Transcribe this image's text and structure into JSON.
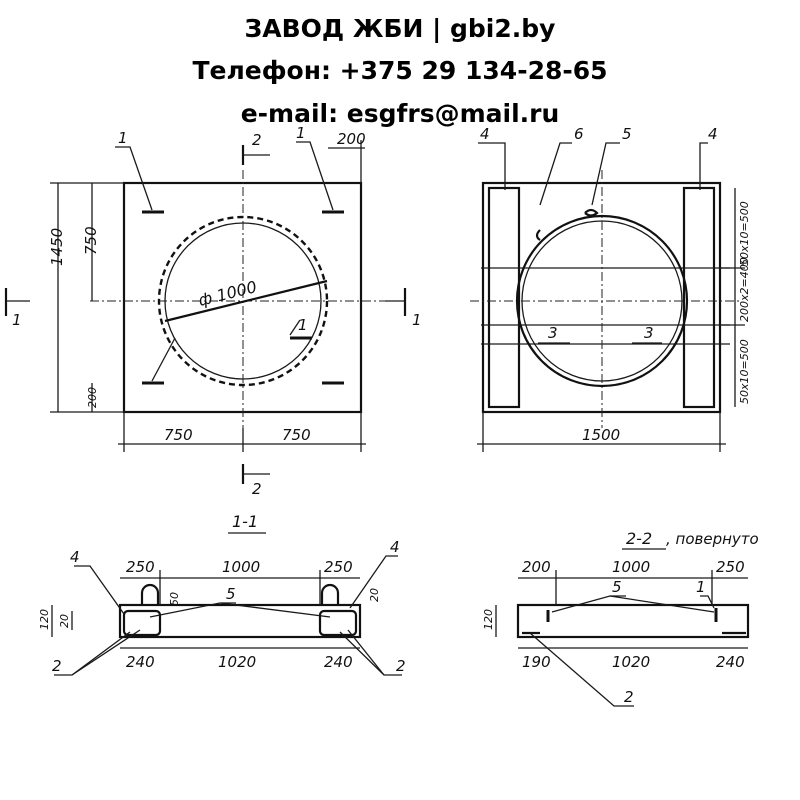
{
  "header": {
    "line1": "ЗАВОД ЖБИ | gbi2.by",
    "line2": "Телефон: +375 29 134-28-65",
    "line3": "e-mail: esgfrs@mail.ru"
  },
  "plan": {
    "dim_1450": "1450",
    "dim_750_vert": "750",
    "dim_200_left": "200",
    "dim_200_top": "200",
    "dim_750_left": "750",
    "dim_750_right": "750",
    "diameter": "ф 1000",
    "callout_1a": "1",
    "callout_1b": "1",
    "callout_1c": "1",
    "section_2_top": "2",
    "section_2_bottom": "2",
    "section_1_left": "1",
    "section_1_right": "1"
  },
  "reinf": {
    "callout_4a": "4",
    "callout_6": "6",
    "callout_5": "5",
    "callout_4b": "4",
    "callout_3a": "3",
    "callout_3b": "3",
    "dim_1500": "1500",
    "side_dim_1": "50x10=500",
    "side_dim_2": "200x2=400",
    "side_dim_3": "50x10=500"
  },
  "sec11": {
    "title": "1-1",
    "dim_250a": "250",
    "dim_1000": "1000",
    "dim_250b": "250",
    "dim_120": "120",
    "dim_20a": "20",
    "dim_20b": "20",
    "dim_50": "50",
    "dim_240a": "240",
    "dim_1020": "1020",
    "dim_240b": "240",
    "callout_4a": "4",
    "callout_4b": "4",
    "callout_5": "5",
    "callout_2a": "2",
    "callout_2b": "2"
  },
  "sec22": {
    "title": "2-2",
    "title_note": ", повернуто",
    "dim_200": "200",
    "dim_1000": "1000",
    "dim_250": "250",
    "dim_120": "120",
    "dim_190": "190",
    "dim_1020": "1020",
    "dim_240": "240",
    "callout_5": "5",
    "callout_1": "1",
    "callout_2": "2"
  }
}
